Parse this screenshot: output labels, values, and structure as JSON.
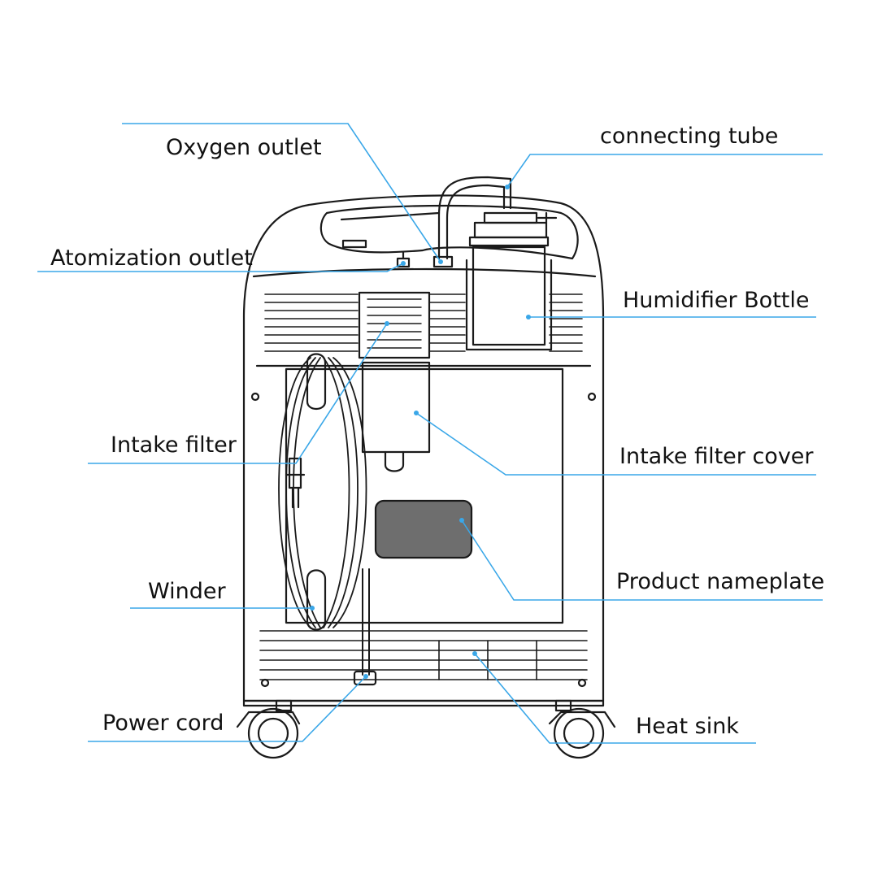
{
  "diagram": {
    "labels": {
      "oxygen_outlet": "Oxygen outlet",
      "atomization_outlet": "Atomization outlet",
      "intake_filter": "Intake filter",
      "winder": "Winder",
      "power_cord": "Power cord",
      "connecting_tube": "connecting tube",
      "humidifier_bottle": "Humidifier Bottle",
      "intake_filter_cover": "Intake filter cover",
      "product_nameplate": "Product nameplate",
      "heat_sink": "Heat sink"
    },
    "colors": {
      "leader_line": "#3aa7e8",
      "outline": "#1a1a1a",
      "nameplate_fill": "#6e6e6e"
    }
  }
}
